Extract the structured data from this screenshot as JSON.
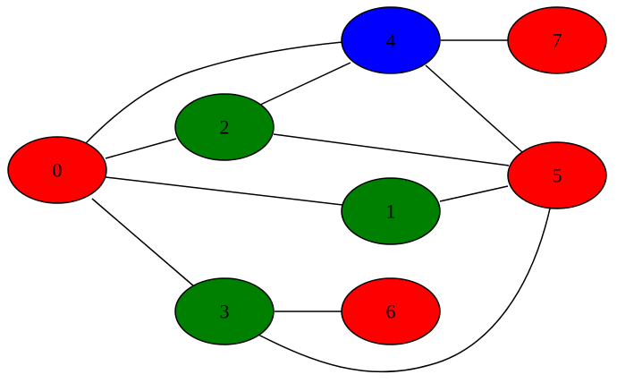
{
  "diagram": {
    "type": "undirected-graph",
    "colors": {
      "red": "#ff0000",
      "green": "#008000",
      "blue": "#0000ff",
      "stroke": "#000000",
      "background": "#ffffff"
    },
    "nodes": [
      {
        "id": "0",
        "label": "0",
        "color": "red"
      },
      {
        "id": "1",
        "label": "1",
        "color": "green"
      },
      {
        "id": "2",
        "label": "2",
        "color": "green"
      },
      {
        "id": "3",
        "label": "3",
        "color": "green"
      },
      {
        "id": "4",
        "label": "4",
        "color": "blue"
      },
      {
        "id": "5",
        "label": "5",
        "color": "red"
      },
      {
        "id": "6",
        "label": "6",
        "color": "red"
      },
      {
        "id": "7",
        "label": "7",
        "color": "red"
      }
    ],
    "edges": [
      {
        "source": "0",
        "target": "4"
      },
      {
        "source": "0",
        "target": "2"
      },
      {
        "source": "0",
        "target": "1"
      },
      {
        "source": "0",
        "target": "3"
      },
      {
        "source": "2",
        "target": "4"
      },
      {
        "source": "2",
        "target": "5"
      },
      {
        "source": "4",
        "target": "7"
      },
      {
        "source": "4",
        "target": "5"
      },
      {
        "source": "1",
        "target": "5"
      },
      {
        "source": "3",
        "target": "6"
      },
      {
        "source": "3",
        "target": "5"
      }
    ]
  }
}
